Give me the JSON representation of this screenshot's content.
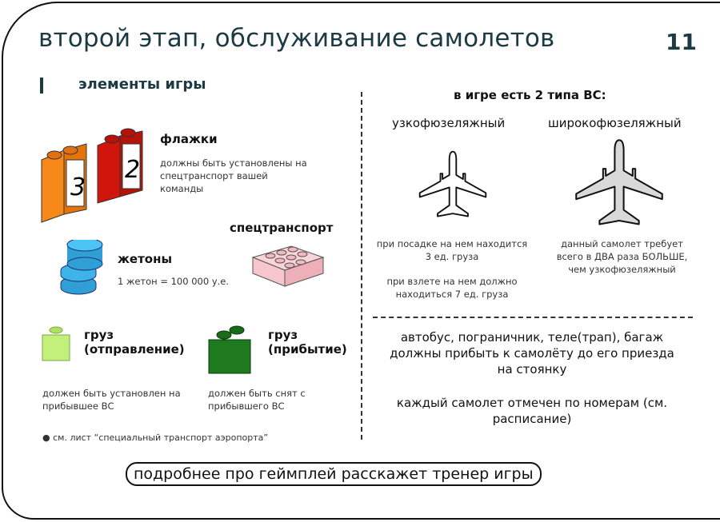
{
  "title": "второй этап, обслуживание самолетов",
  "page_number": "11",
  "section": "элементы игры",
  "flags": {
    "title": "флажки",
    "desc": "должны быть установлены на спецтранспорт вашей команды",
    "digits": [
      "3",
      "2"
    ]
  },
  "tokens": {
    "title": "жетоны",
    "desc": "1 жетон = 100 000 у.е."
  },
  "vehicle": {
    "title": "спецтранспорт"
  },
  "cargo_out": {
    "title": "груз (отправление)",
    "desc": "должен быть установлен на прибывшее ВС"
  },
  "cargo_in": {
    "title": "груз (прибытие)",
    "desc": "должен быть снят с прибывшего ВС"
  },
  "note": "см. лист “специальный транспорт аэропорта”",
  "planes": {
    "heading": "в игре есть 2 типа ВС:",
    "narrow": {
      "label": "узкофюзеляжный",
      "desc1": "при посадке на нем находится 3 ед. груза",
      "desc2": "при взлете на нем должно находиться 7 ед. груза"
    },
    "wide": {
      "label": "широкофюзеляжный",
      "desc": "данный самолет требует всего в ДВА раза БОЛЬШЕ, чем узкофюзеляжный"
    }
  },
  "rules": {
    "r1": "автобус, пограничник, теле(трап), багаж должны прибыть к самолёту до его приезда на стоянку",
    "r2": "каждый самолет отмечен по номерам (см. расписание)"
  },
  "footer": "подробнее про геймплей расскажет тренер игры",
  "colors": {
    "teal": "#1c3a44",
    "orange": "#f7881a",
    "red": "#d0160c",
    "blue": "#3cb4e8",
    "pink": "#f6c6cc",
    "lime": "#c2f07a",
    "green": "#1f7a1f"
  }
}
